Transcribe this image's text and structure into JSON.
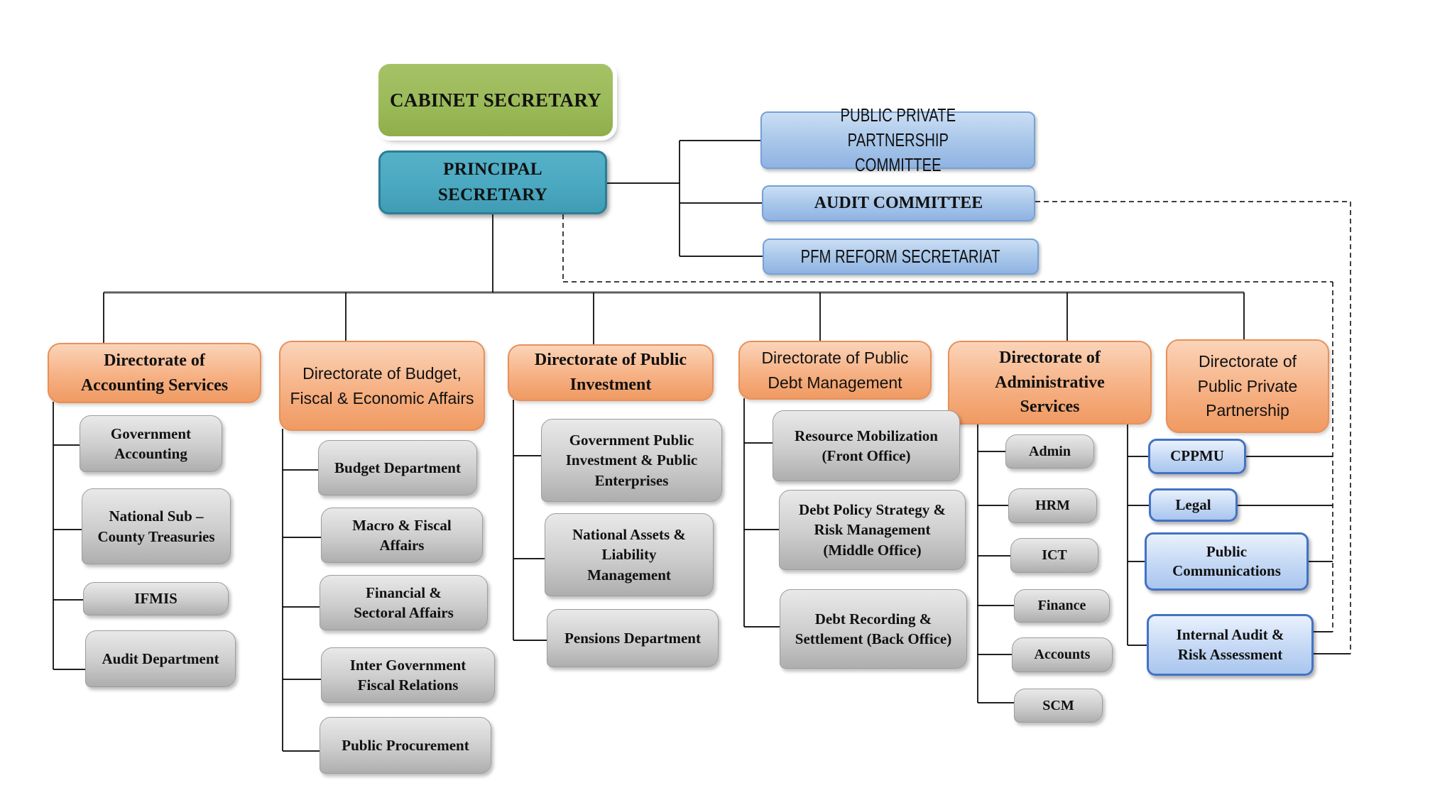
{
  "top": {
    "cabinet": "CABINET SECRETARY",
    "principal": "PRINCIPAL SECRETARY"
  },
  "committees": [
    "PUBLIC PRIVATE PARTNERSHIP COMMITTEE",
    "AUDIT COMMITTEE",
    "PFM REFORM SECRETARIAT"
  ],
  "directorates": [
    {
      "label": "Directorate of Accounting Services",
      "units": [
        "Government Accounting",
        "National Sub – County Treasuries",
        "IFMIS",
        "Audit Department"
      ]
    },
    {
      "label": "Directorate of Budget, Fiscal & Economic Affairs",
      "units": [
        "Budget Department",
        "Macro & Fiscal Affairs",
        "Financial & Sectoral Affairs",
        "Inter Government Fiscal Relations",
        "Public Procurement"
      ]
    },
    {
      "label": "Directorate of Public Investment",
      "units": [
        "Government Public Investment & Public Enterprises",
        "National Assets & Liability Management",
        "Pensions Department"
      ]
    },
    {
      "label": "Directorate of Public Debt Management",
      "units": [
        "Resource Mobilization (Front Office)",
        "Debt Policy Strategy & Risk Management (Middle Office)",
        "Debt Recording & Settlement (Back Office)"
      ]
    },
    {
      "label": "Directorate of Administrative Services",
      "units": [
        "Admin",
        "HRM",
        "ICT",
        "Finance",
        "Accounts",
        "SCM"
      ]
    },
    {
      "label": "Directorate of Public Private Partnership",
      "units": [
        "CPPMU",
        "Legal",
        "Public Communications",
        "Internal Audit & Risk Assessment"
      ]
    }
  ],
  "colors": {
    "cabinet_green": "#9bba59",
    "principal_teal": "#4aa8c0",
    "committee_blue_top": "#cbdef4",
    "committee_blue_bottom": "#8fb3e2",
    "directorate_orange_top": "#fbd4b9",
    "directorate_orange_bottom": "#f09a62",
    "unit_gray_top": "#e9e9e9",
    "unit_gray_bottom": "#aeaeae",
    "unit_blue_border": "#4472c4",
    "line_black": "#000000",
    "main_line_gray": "#5f5f5f"
  }
}
